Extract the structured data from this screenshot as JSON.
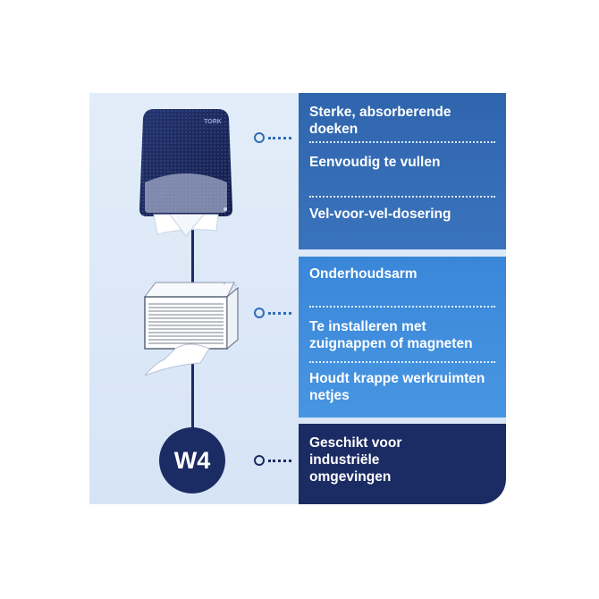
{
  "brand": {
    "logo_text": "TORK"
  },
  "colors": {
    "panel_dark_blue": "#2f65ad",
    "panel_light_blue": "#4796e2",
    "panel_navy": "#1b2b63",
    "background": "#dde8f7"
  },
  "panels": [
    {
      "features": [
        "Sterke, absorberende doeken",
        "Eenvoudig te vullen",
        "Vel-voor-vel-dosering"
      ]
    },
    {
      "features": [
        "Onderhoudsarm",
        "Te installeren met zuignappen of magneten",
        "Houdt krappe werkruimten netjes"
      ]
    },
    {
      "features": [
        "Geschikt voor industriële omgevingen"
      ]
    }
  ],
  "badge": {
    "label": "W4"
  },
  "icons": [
    "dispenser-image",
    "wall-dispenser-image",
    "ring-connector-icon"
  ]
}
